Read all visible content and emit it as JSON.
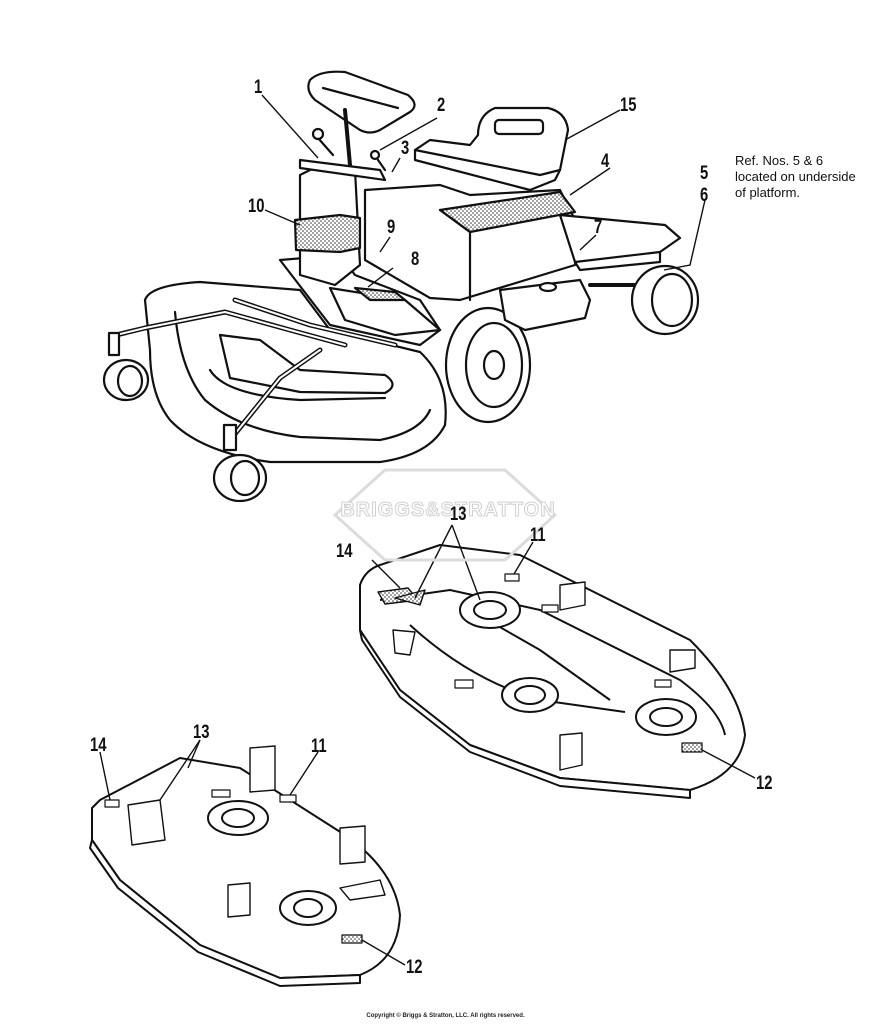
{
  "callouts": {
    "c1": "1",
    "c2": "2",
    "c3": "3",
    "c4": "4",
    "c5": "5",
    "c6": "6",
    "c7": "7",
    "c8": "8",
    "c9": "9",
    "c10": "10",
    "c15": "15",
    "deck1_14": "14",
    "deck1_13": "13",
    "deck1_11": "11",
    "deck1_12": "12",
    "deck2_14": "14",
    "deck2_13": "13",
    "deck2_11": "11",
    "deck2_12": "12"
  },
  "note": {
    "line1": "Ref. Nos. 5 & 6",
    "line2": "located on underside",
    "line3": "of platform."
  },
  "watermark": "BRIGGS&STRATTON",
  "copyright": "Copyright © Briggs & Stratton, LLC. All rights reserved."
}
